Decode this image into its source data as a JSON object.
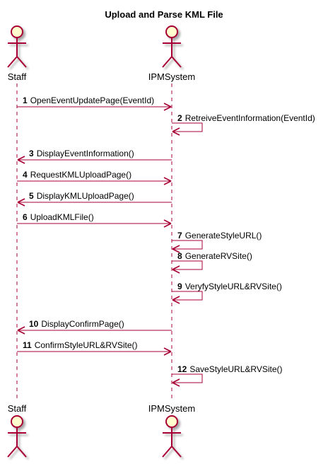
{
  "diagram": {
    "title": "Upload and Parse KML File",
    "participants": [
      {
        "id": "staff",
        "label": "Staff"
      },
      {
        "id": "ipm",
        "label": "IPMSystem"
      }
    ],
    "messages": [
      {
        "num": "1",
        "text": "OpenEventUpdatePage(EventId)",
        "from": "staff",
        "to": "ipm"
      },
      {
        "num": "2",
        "text": "RetreiveEventInformation(EventId)",
        "from": "ipm",
        "to": "ipm"
      },
      {
        "num": "3",
        "text": "DisplayEventInformation()",
        "from": "ipm",
        "to": "staff"
      },
      {
        "num": "4",
        "text": "RequestKMLUploadPage()",
        "from": "staff",
        "to": "ipm"
      },
      {
        "num": "5",
        "text": "DisplayKMLUploadPage()",
        "from": "ipm",
        "to": "staff"
      },
      {
        "num": "6",
        "text": "UploadKMLFile()",
        "from": "staff",
        "to": "ipm"
      },
      {
        "num": "7",
        "text": "GenerateStyleURL()",
        "from": "ipm",
        "to": "ipm"
      },
      {
        "num": "8",
        "text": "GenerateRVSite()",
        "from": "ipm",
        "to": "ipm"
      },
      {
        "num": "9",
        "text": "VeryfyStyleURL&RVSite()",
        "from": "ipm",
        "to": "ipm"
      },
      {
        "num": "10",
        "text": "DisplayConfirmPage()",
        "from": "ipm",
        "to": "staff"
      },
      {
        "num": "11",
        "text": "ConfirmStyleURL&RVSite()",
        "from": "staff",
        "to": "ipm"
      },
      {
        "num": "12",
        "text": "SaveStyleURL&RVSite()",
        "from": "ipm",
        "to": "ipm"
      }
    ],
    "colors": {
      "actor_fill": "#FEFECE",
      "actor_stroke": "#A80036",
      "arrow": "#A80036",
      "text": "#000000"
    }
  }
}
